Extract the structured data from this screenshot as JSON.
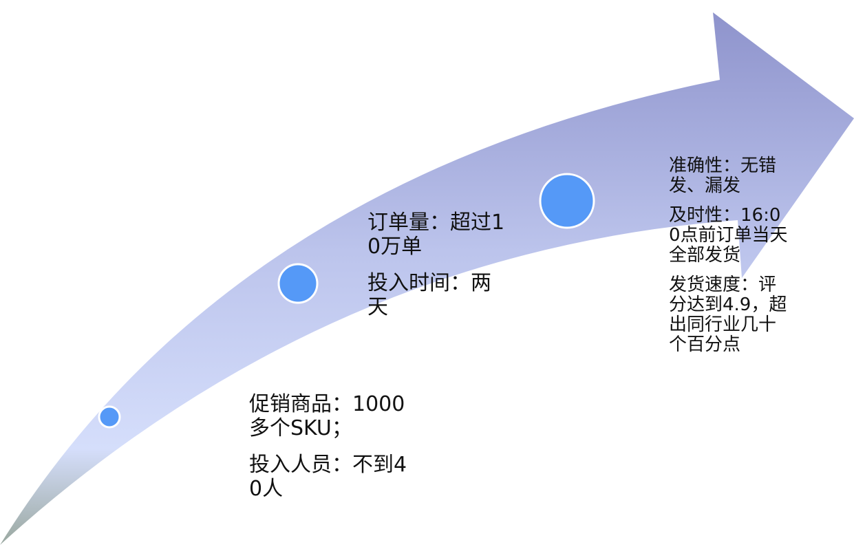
{
  "diagram": {
    "colors": {
      "arrow_top": "#8e93cc",
      "arrow_mid": "#bcc4ec",
      "arrow_low": "#d5defb",
      "arrow_tail": "#9aa8a0",
      "milestone_fill": "#5599f7",
      "milestone_stroke": "#ffffff"
    },
    "milestones": [
      {
        "lines": [
          "促销商品：1000多个SKU；",
          "投入人员：不到40人"
        ]
      },
      {
        "lines": [
          "订单量：超过10万单",
          "投入时间：两天"
        ]
      },
      {
        "lines": [
          "准确性：无错发、漏发",
          "及时性：16:00点前订单当天　 全部发货",
          "发货速度：评分达到4.9，超　　 出同行业几十个百分点"
        ]
      }
    ]
  }
}
